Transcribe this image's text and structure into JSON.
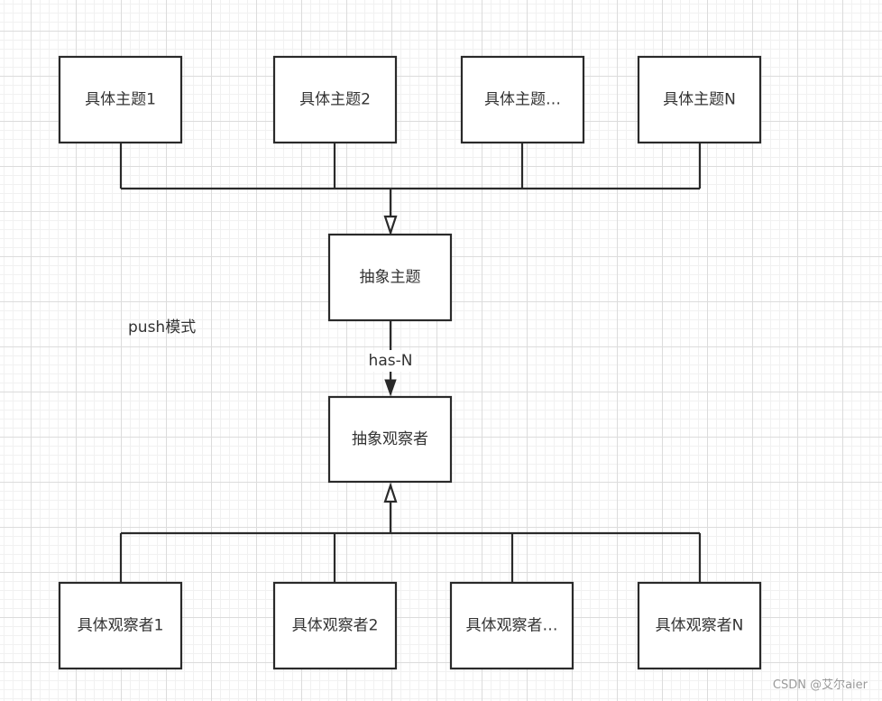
{
  "diagram": {
    "concrete_subjects": [
      "具体主题1",
      "具体主题2",
      "具体主题…",
      "具体主题N"
    ],
    "abstract_subject": "抽象主题",
    "relation_label": "has-N",
    "abstract_observer": "抽象观察者",
    "concrete_observers": [
      "具体观察者1",
      "具体观察者2",
      "具体观察者…",
      "具体观察者N"
    ],
    "mode_label": "push模式"
  },
  "watermark": "CSDN @艾尔aier"
}
